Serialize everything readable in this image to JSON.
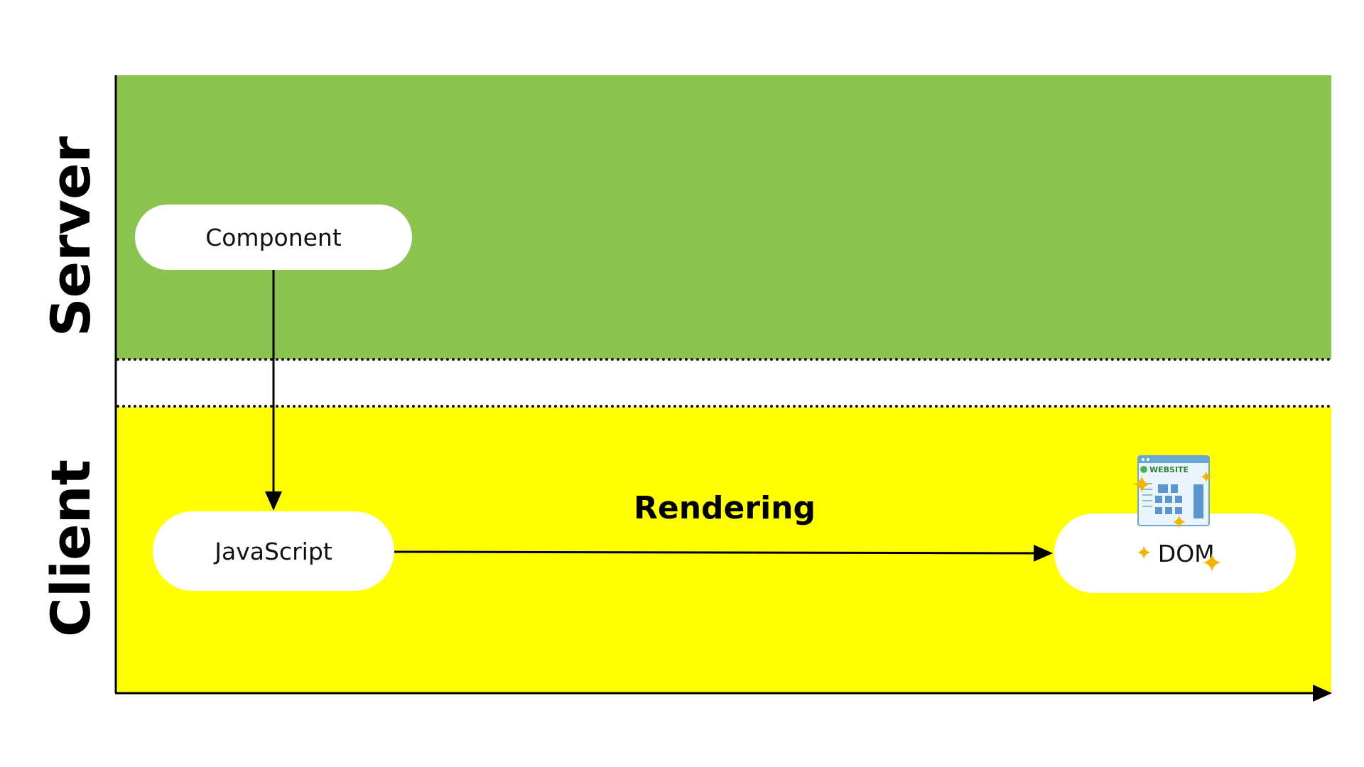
{
  "lanes": {
    "server": "Server",
    "client": "Client"
  },
  "nodes": {
    "component": "Component",
    "javascript": "JavaScript",
    "dom": "DOM"
  },
  "flow": {
    "rendering_label": "Rendering"
  },
  "website_icon": {
    "label": "WEBSITE",
    "icon_name": "website-icon"
  },
  "colors": {
    "server_band": "#8bc34f",
    "client_band": "#ffff00",
    "sparkle": "#f4b400",
    "line": "#000000"
  }
}
